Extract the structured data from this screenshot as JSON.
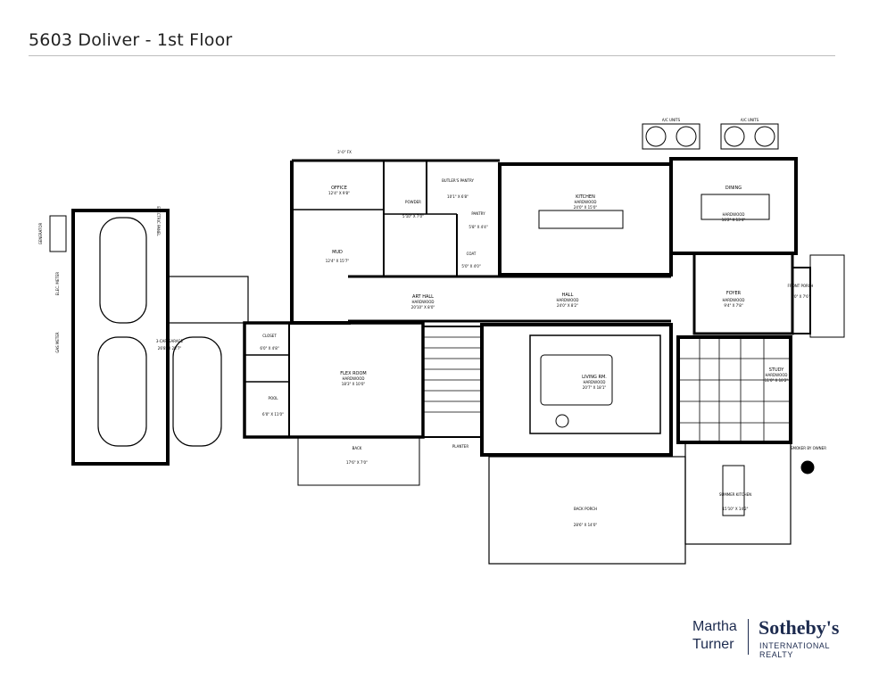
{
  "header": {
    "title": "5603 Doliver - 1st Floor"
  },
  "logo": {
    "line1": "Martha",
    "line2": "Turner",
    "brand": "Sotheby's",
    "tagline": "INTERNATIONAL REALTY"
  },
  "plan_labels": {
    "ac_units_left": "A/C UNITS",
    "ac_units_right": "A/C UNITS",
    "office": "OFFICE",
    "office_detail": "12'4\" X 9'8\"",
    "powder": "POWDER",
    "powder_detail": "5'10\" X 7'0\"",
    "butlers_pantry": "BUTLER'S PANTRY",
    "butlers_detail": "10'1\" X 6'8\"",
    "pantry": "PANTRY",
    "pantry_detail": "5'8\" X 4'4\"",
    "kitchen": "KITCHEN",
    "kitchen_floor": "HARDWOOD",
    "kitchen_detail": "24'0\" X 15'0\"",
    "dining": "DINING",
    "dining_floor": "HARDWOOD",
    "dining_detail": "16'2\" X 13'4\"",
    "mud": "MUD",
    "mud_detail": "12'4\" X 15'7\"",
    "coat": "COAT",
    "coat_detail": "5'0\" X 4'0\"",
    "art_hall": "ART HALL",
    "art_hall_floor": "HARDWOOD",
    "art_hall_detail": "20'10\" X 8'0\"",
    "hall": "HALL",
    "hall_floor": "HARDWOOD",
    "hall_detail": "24'0\" X 8'2\"",
    "foyer": "FOYER",
    "foyer_floor": "HARDWOOD",
    "foyer_detail": "9'4\" X 7'8\"",
    "front_porch": "FRONT PORCH",
    "front_porch_detail": "4'0\" X 7'6\"",
    "closet": "CLOSET",
    "closet_detail": "6'0\" X 4'8\"",
    "pool": "POOL",
    "pool_detail": "6'0\" X 11'0\"",
    "flex_room": "FLEX ROOM",
    "flex_room_floor": "HARDWOOD",
    "flex_room_detail": "18'3\" X 10'0\"",
    "living_rm": "LIVING RM.",
    "living_rm_floor": "HARDWOOD",
    "living_rm_detail": "20'7\" X 18'1\"",
    "study": "STUDY",
    "study_floor": "HARDWOOD",
    "study_detail": "11'0\" X 10'2\"",
    "garage": "3-CAR GARAGE",
    "garage_detail": "26'8\" X 28'7\"",
    "generator": "GENERATOR",
    "electric_panel": "ELECTRIC PANEL",
    "elec_meter": "ELEC. METER",
    "gas_meter": "GAS METER",
    "back_flex": "BACK",
    "back_flex_detail": "17'6\" X 7'0\"",
    "planter": "PLANTER",
    "back_porch": "BACK PORCH",
    "back_porch_detail": "28'6\" X 14'0\"",
    "summer_kitchen": "SUMMER KITCHEN",
    "summer_kitchen_detail": "15'10\" X 14'2\"",
    "smoker": "SMOKER BY OWNER",
    "window_top": "3'-0\" FX"
  },
  "colors": {
    "wall": "#000000",
    "logo": "#1d2b4f",
    "rule": "#bdbdbd"
  }
}
